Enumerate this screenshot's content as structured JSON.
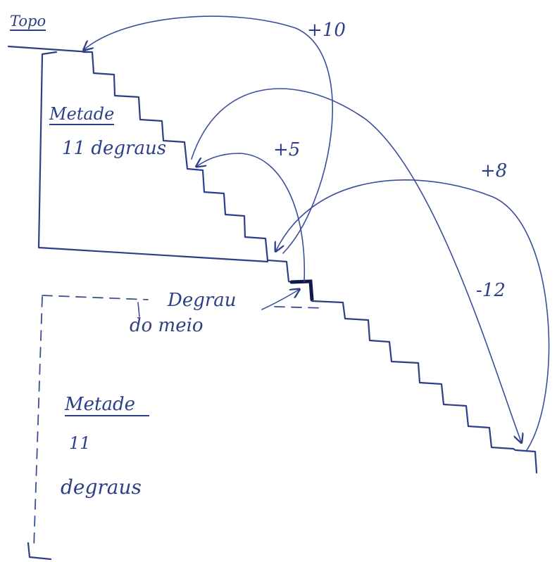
{
  "labels": {
    "top": "Topo",
    "upper_half_title": "Metade",
    "upper_half_steps": "11 degraus",
    "middle_step_line1": "Degrau",
    "middle_step_line2": "do meio",
    "lower_half_title": "Metade",
    "lower_half_steps_line1": "11",
    "lower_half_steps_line2": "degraus"
  },
  "moves": [
    {
      "label": "+10"
    },
    {
      "label": "+5"
    },
    {
      "label": "+8"
    },
    {
      "label": "-12"
    }
  ],
  "colors": {
    "ink": "#2c3f87",
    "middle_step": "#101a4a"
  }
}
